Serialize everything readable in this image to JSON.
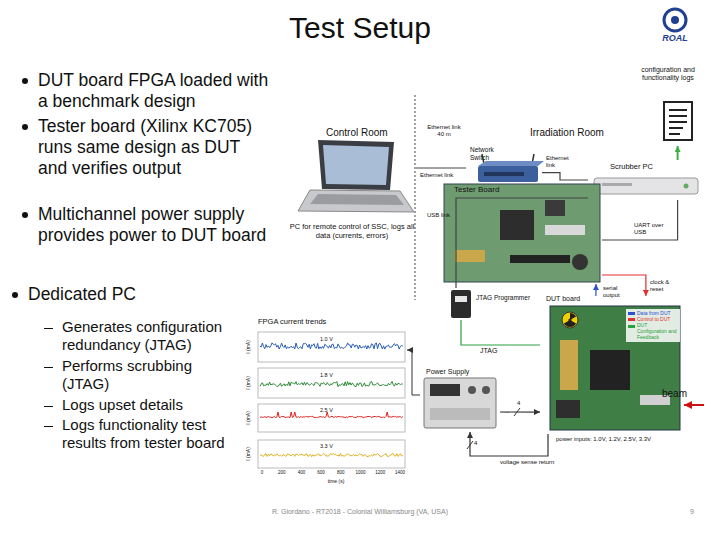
{
  "diagram": {
    "title": "Test Setup",
    "nodes": [
      {
        "text": [
          "PC for remote control of SSC, logs all data (currents, errors)"
        ]
      },
      {
        "text": [
          "configuration and functionality logs"
        ]
      },
      {
        "text": [
          "Network Switch"
        ]
      },
      {
        "text": [
          "Scrubber PC"
        ]
      },
      {
        "text": [
          "Tester Board"
        ]
      },
      {
        "text": [
          "JTAG Programmer"
        ]
      },
      {
        "text": [
          "DUT board"
        ]
      },
      {
        "text": [
          "Power Supply"
        ]
      }
    ],
    "edges": [
      {
        "from": 0,
        "to": 2,
        "label": "Ethernet link",
        "arrow": "none"
      },
      {
        "from": 2,
        "to": 3,
        "label": "Ethernet link",
        "arrow": "none"
      },
      {
        "from": 3,
        "to": 5,
        "label": "USB link",
        "arrow": "none"
      },
      {
        "from": 3,
        "to": 4,
        "label": "UART over USB",
        "arrow": "none"
      },
      {
        "from": 3,
        "to": 1,
        "arrow": "to"
      },
      {
        "from": 5,
        "to": 6,
        "label": "JTAG",
        "arrow": "none"
      },
      {
        "from": 6,
        "to": 4,
        "label": "serial output",
        "arrow": "to"
      },
      {
        "from": 4,
        "to": 6,
        "label": "clock & reset",
        "arrow": "to"
      },
      {
        "from": 7,
        "to": 6,
        "label": "power inputs: 1.0V, 1.2V, 2.5V, 3.3V",
        "arrow": "to"
      },
      {
        "from": 6,
        "to": 7,
        "label": "voltage sense return",
        "arrow": "to"
      }
    ],
    "labels": [
      "DUT board FPGA loaded with a benchmark design",
      "Tester board (Xilinx KC705) runs same design as DUT and verifies output",
      "Multichannel power supply provides power to DUT board",
      "Dedicated PC",
      "Generates configuration redundancy (JTAG)",
      "Performs scrubbing (JTAG)",
      "Logs upset details",
      "Logs functionality test results from tester board",
      "Control Room",
      "Irradiation Room",
      "Ethernet link 40 m",
      "4",
      "4",
      "beam",
      "FPGA current trends",
      "1.0 V",
      "1.8 V",
      "2.5 V",
      "3.3 V",
      "I (mA)",
      "I (mA)",
      "I (mA)",
      "I (mA)",
      "0",
      "200",
      "400",
      "600",
      "800",
      "1000",
      "1200",
      "1400",
      "time (s)",
      "R. Giordano - RT2018 - Colonial Williamsburg (VA, USA)",
      "9",
      "ROAL"
    ],
    "legend": [
      {
        "text": "Data from DUT",
        "color": "#2c4fd6"
      },
      {
        "text": "Control to DUT",
        "color": "#e03030"
      },
      {
        "text": "DUT Configuration and Feedback",
        "color": "#2aa040"
      }
    ]
  }
}
